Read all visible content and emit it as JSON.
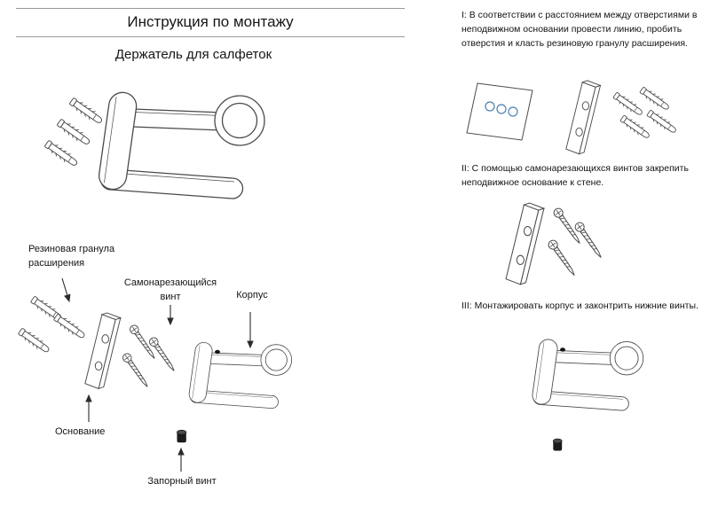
{
  "header": {
    "title": "Инструкция по монтажу",
    "subtitle": "Держатель для салфеток"
  },
  "diagram_labels": {
    "anchor": "Резиновая гранула расширения",
    "screw": "Самонарезающийся винт",
    "body": "Корпус",
    "base": "Основание",
    "lock_screw": "Запорный винт"
  },
  "steps": [
    {
      "text": "I: В соответствии с расстоянием между отверстиями в неподвижном основании провести линию, пробить отверстия и класть резиновую гранулу расширения."
    },
    {
      "text": "II: С помощью самонарезающихся винтов закрепить неподвижное основание к стене."
    },
    {
      "text": "III: Монтажировать корпус и законтрить нижние винты."
    }
  ],
  "colors": {
    "drawing_stroke": "#4a4a4a",
    "hole_accent": "#4d7fae",
    "text": "#1a1a1a"
  }
}
